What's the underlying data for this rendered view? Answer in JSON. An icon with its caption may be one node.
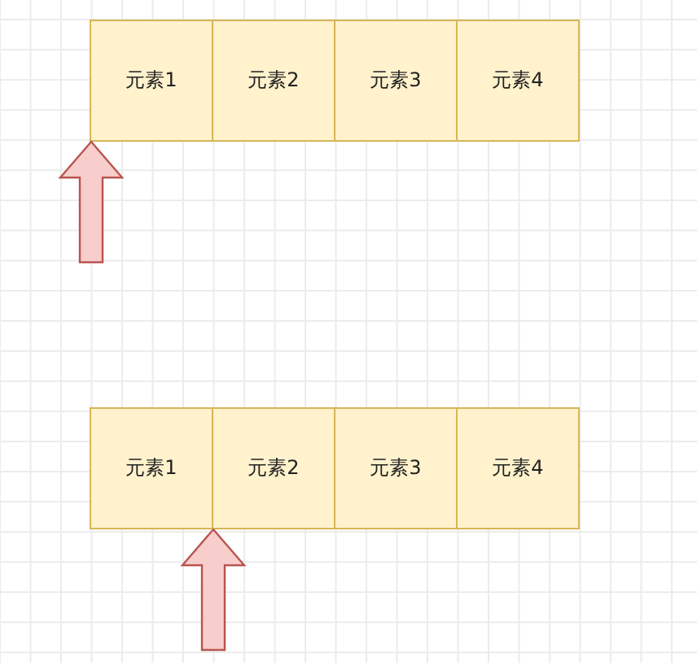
{
  "diagram": {
    "nodes": [
      {
        "text": [
          "元素1"
        ]
      },
      {
        "text": [
          "元素2"
        ]
      },
      {
        "text": [
          "元素3"
        ]
      },
      {
        "text": [
          "元素4"
        ]
      },
      {
        "text": [
          "元素1"
        ]
      },
      {
        "text": [
          "元素2"
        ]
      },
      {
        "text": [
          "元素3"
        ]
      },
      {
        "text": [
          "元素4"
        ]
      }
    ],
    "edges": [
      {
        "from": null,
        "to": 0,
        "arrow": "to"
      },
      {
        "from": null,
        "to": 5,
        "arrow": "to"
      }
    ]
  }
}
